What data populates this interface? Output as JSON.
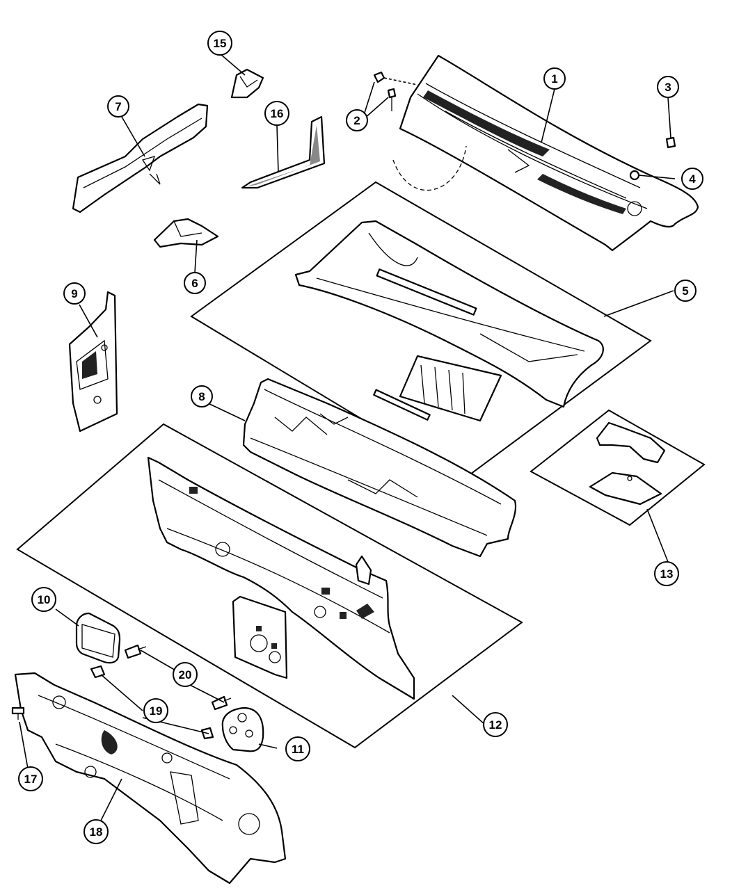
{
  "diagram": {
    "callouts": [
      {
        "id": "callout-1",
        "label": "1"
      },
      {
        "id": "callout-2",
        "label": "2"
      },
      {
        "id": "callout-3",
        "label": "3"
      },
      {
        "id": "callout-4",
        "label": "4"
      },
      {
        "id": "callout-5",
        "label": "5"
      },
      {
        "id": "callout-6",
        "label": "6"
      },
      {
        "id": "callout-7",
        "label": "7"
      },
      {
        "id": "callout-8",
        "label": "8"
      },
      {
        "id": "callout-9",
        "label": "9"
      },
      {
        "id": "callout-10",
        "label": "10"
      },
      {
        "id": "callout-11",
        "label": "11"
      },
      {
        "id": "callout-12",
        "label": "12"
      },
      {
        "id": "callout-13",
        "label": "13"
      },
      {
        "id": "callout-15",
        "label": "15"
      },
      {
        "id": "callout-16",
        "label": "16"
      },
      {
        "id": "callout-17",
        "label": "17"
      },
      {
        "id": "callout-18",
        "label": "18"
      },
      {
        "id": "callout-19",
        "label": "19"
      },
      {
        "id": "callout-20",
        "label": "20"
      }
    ]
  }
}
